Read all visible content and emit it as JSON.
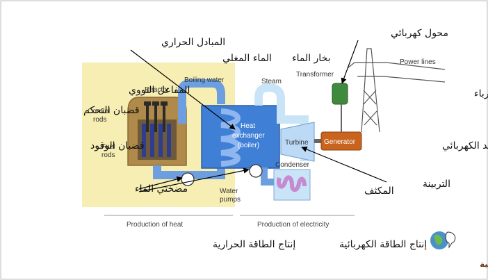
{
  "labels_en": {
    "reactor": "Reactor",
    "control_rods_1": "Control",
    "control_rods_2": "rods",
    "fuel_rods_1": "Fuel",
    "fuel_rods_2": "rods",
    "boiling_water": "Boiling water",
    "steam": "Steam",
    "heat_exchanger_1": "Heat",
    "heat_exchanger_2": "exchanger",
    "heat_exchanger_3": "(boiler)",
    "turbine": "Turbine",
    "generator": "Generator",
    "transformer": "Transformer",
    "power_lines": "Power lines",
    "condenser": "Condenser",
    "water_pumps_1": "Water",
    "water_pumps_2": "pumps",
    "production_heat": "Production of heat",
    "production_electricity": "Production of electricity"
  },
  "labels_ar": {
    "transformer": "محول كهربائي",
    "heat_exchanger": "المبادل الحراري",
    "boiling_water": "الماء المغلي",
    "steam": "بخار الماء",
    "reactor": "المفاعل النووي",
    "control_rods": "قضبان التحكم",
    "fuel_rods": "قضبان الوقود",
    "power_lines": "خطوط نقل الكهرباء",
    "generator": "المولد الكهربائي",
    "turbine": "التربينة",
    "water_pumps": "مضختي الماء",
    "condenser": "المكثف",
    "heat_production": "إنتاج الطاقة الحرارية",
    "electricity_production": "إنتاج الطاقة الكهربائية"
  },
  "brand": {
    "name": "القرية الالكترونية",
    "logo_icon": "globe-logo-icon"
  },
  "colors": {
    "yellow_zone": "#f7eeb4",
    "reactor_vessel": "#b08a4a",
    "core": "#6e5a3a",
    "water_pipe": "#6d9fe0",
    "steam_pipe": "#c9e4f7",
    "boiler_water": "#3f7fd6",
    "condenser_coil": "#c58ad0",
    "generator": "#c9641e",
    "transformer": "#3f8a3c"
  }
}
